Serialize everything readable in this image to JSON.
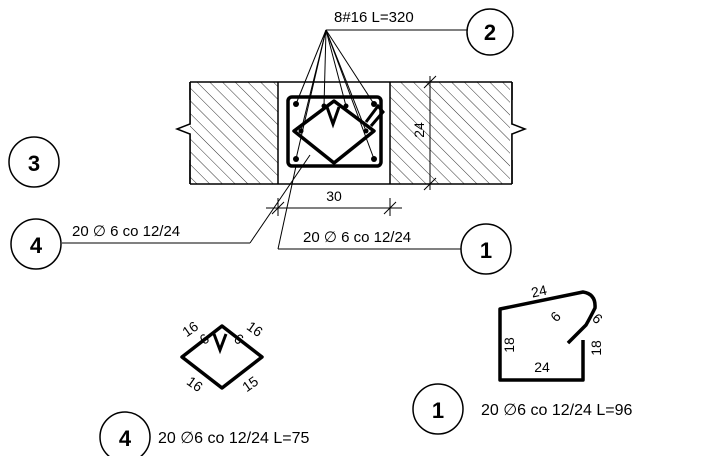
{
  "section": {
    "rebar_label": "8#16 L=320",
    "rebar_mark": "2",
    "depth_dim": "24",
    "width_dim": "30",
    "stirrup4_label": "20 ∅ 6 co 12/24",
    "stirrup4_mark": "4",
    "stirrup1_label": "20 ∅ 6 co 12/24",
    "stirrup1_mark": "1",
    "side_mark": "3"
  },
  "detail4": {
    "mark": "4",
    "label": "20 ∅6  co 12/24 L=75",
    "side_top_left": "16",
    "side_top_right": "16",
    "side_bottom_left": "16",
    "side_bottom_right": "15",
    "hook_left": "6",
    "hook_right": "6"
  },
  "detail1": {
    "mark": "1",
    "label": "20 ∅6  co 12/24 L=96",
    "top": "24",
    "hook1": "6",
    "hook2": "6",
    "left": "18",
    "right": "18",
    "bottom": "24"
  }
}
